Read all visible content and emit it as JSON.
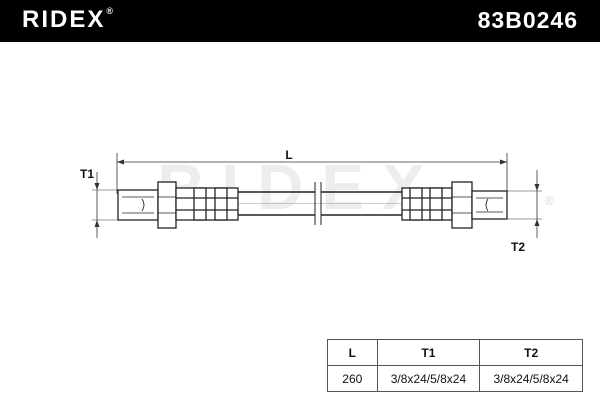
{
  "header": {
    "brand": "RIDEX",
    "brand_mark": "®",
    "part_number": "83B0246"
  },
  "watermark": {
    "text": "RIDEX",
    "mark": "®"
  },
  "diagram": {
    "dimension_length_label": "L",
    "thread_left_label": "T1",
    "thread_right_label": "T2"
  },
  "spec_table": {
    "headers": [
      "L",
      "T1",
      "T2"
    ],
    "row": [
      "260",
      "3/8x24/5/8x24",
      "3/8x24/5/8x24"
    ]
  }
}
